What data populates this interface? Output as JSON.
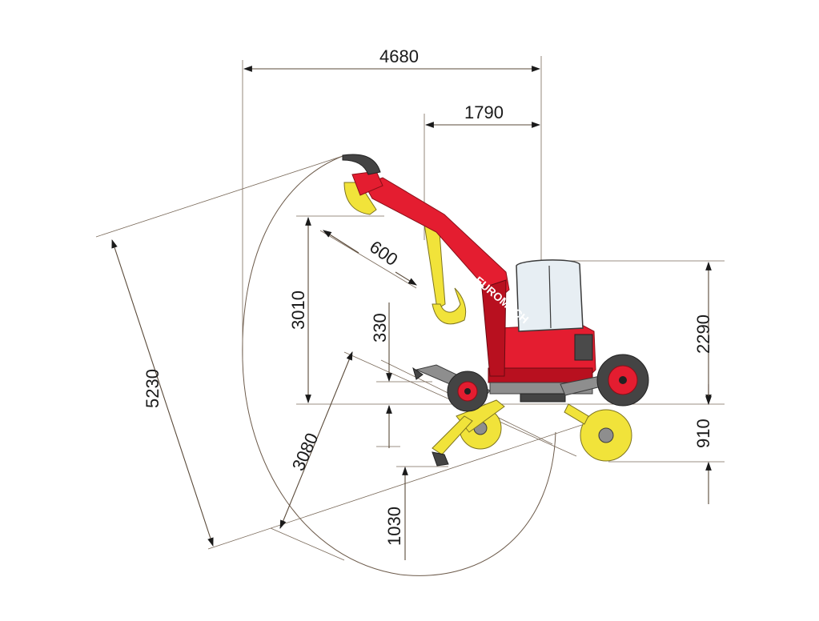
{
  "brand": {
    "boom_text": "EUROMACH",
    "colors": {
      "body": "#e41d30",
      "alt_position": "#f1e33a",
      "dimension_lines": "#5a4a3a"
    }
  },
  "dimensions": {
    "overall_reach_horizontal": "4680",
    "rear_to_boom_pivot": "1790",
    "bucket_width": "600",
    "dig_height": "3010",
    "dump_clearance": "330",
    "cab_height": "2290",
    "leg_height": "910",
    "reach_radius": "5230",
    "dig_depth_radius": "3080",
    "dig_depth": "1030"
  }
}
